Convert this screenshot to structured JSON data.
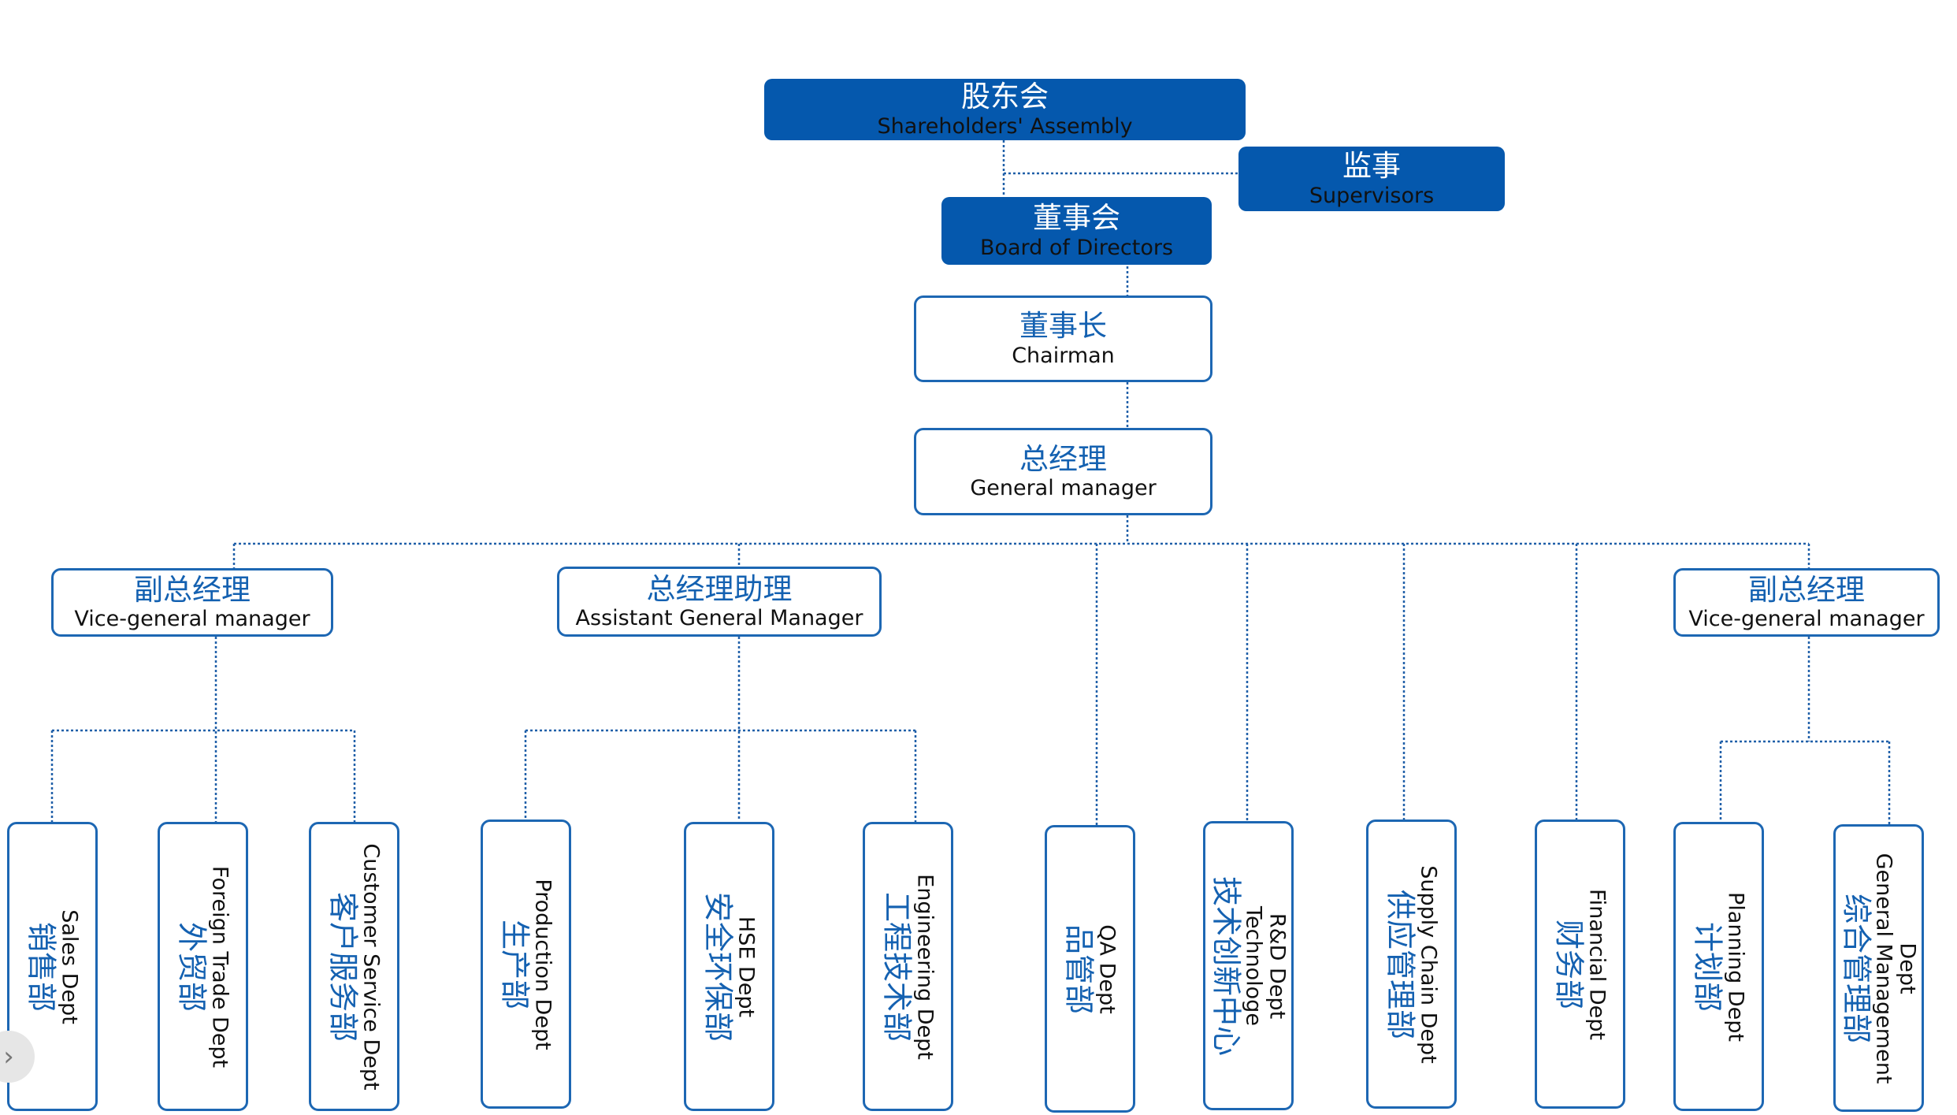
{
  "top": {
    "shareholders": {
      "zh": "股东会",
      "en": "Shareholders' Assembly"
    },
    "supervisors": {
      "zh": "监事",
      "en": "Supervisors"
    },
    "board": {
      "zh": "董事会",
      "en": "Board of Directors"
    },
    "chairman": {
      "zh": "董事长",
      "en": "Chairman"
    },
    "gm": {
      "zh": "总经理",
      "en": "General manager"
    }
  },
  "managers": {
    "vgm_left": {
      "zh": "副总经理",
      "en": "Vice-general manager"
    },
    "agm": {
      "zh": "总经理助理",
      "en": "Assistant General Manager"
    },
    "vgm_right": {
      "zh": "副总经理",
      "en": "Vice-general manager"
    }
  },
  "departments": [
    {
      "en": "Sales Dept",
      "zh": "销售部"
    },
    {
      "en": "Foreign Trade Dept",
      "zh": "外贸部"
    },
    {
      "en": "Customer Service Dept",
      "zh": "客户服务部"
    },
    {
      "en": "Production Dept",
      "zh": "生产部"
    },
    {
      "en": "HSE Dept",
      "zh": "安全环保部"
    },
    {
      "en": "Engineering Dept",
      "zh": "工程技术部"
    },
    {
      "en": "QA Dept",
      "zh": "品管部"
    },
    {
      "en": "R&D Dept",
      "en2": "Technologe",
      "zh": "技术创新中心"
    },
    {
      "en": "Supply Chain Dept",
      "zh": "供应管理部"
    },
    {
      "en": "Financial Dept",
      "zh": "财务部"
    },
    {
      "en": "Planning  Dept",
      "zh": "计划部"
    },
    {
      "en": "Dept",
      "en2": "General Management",
      "zh": "综合管理部"
    }
  ],
  "colors": {
    "brand_fill": "#0558ad",
    "outline": "#1d67b3",
    "chinese_text": "#1461b1",
    "connector": "#1f5fa8"
  },
  "icons": {
    "nav": "chevron-right-icon"
  }
}
